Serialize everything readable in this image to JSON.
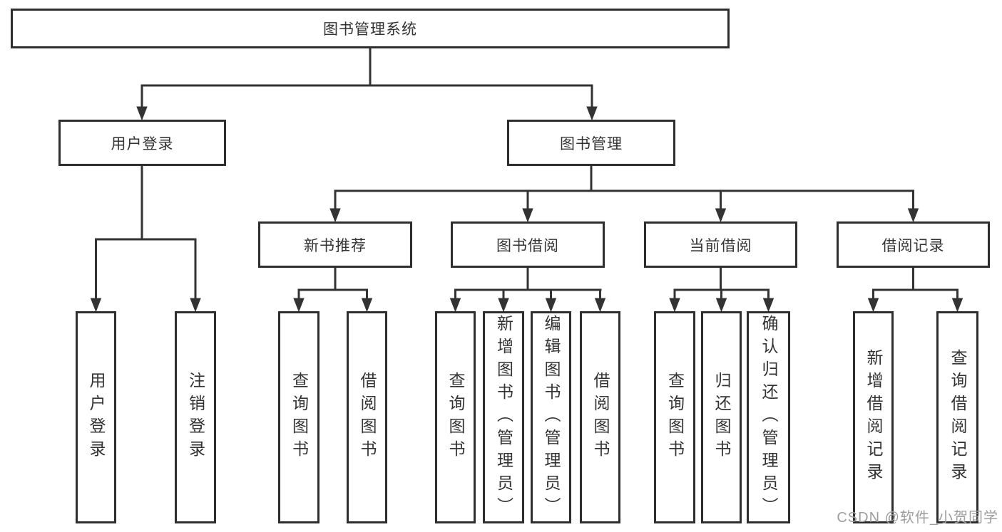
{
  "diagram": {
    "root": {
      "label": "图书管理系统"
    },
    "level2": {
      "user_login": {
        "label": "用户登录"
      },
      "book_mgmt": {
        "label": "图书管理"
      }
    },
    "level3": {
      "new_book_rec": {
        "label": "新书推荐"
      },
      "book_borrow": {
        "label": "图书借阅"
      },
      "current_borrow": {
        "label": "当前借阅"
      },
      "borrow_records": {
        "label": "借阅记录"
      }
    },
    "leaves": {
      "user_login": [
        "用户登录",
        "注销登录"
      ],
      "new_book_rec": [
        "查询图书",
        "借阅图书"
      ],
      "book_borrow": [
        "查询图书",
        "新增图书（管理员）",
        "编辑图书（管理员）",
        "借阅图书"
      ],
      "current_borrow": [
        "查询图书",
        "归还图书",
        "确认归还（管理员）"
      ],
      "borrow_records": [
        "新增借阅记录",
        "查询借阅记录"
      ]
    },
    "colors": {
      "line": "#333333",
      "box_border": "#2e2e2e",
      "text": "#333333",
      "background": "#ffffff",
      "watermark": "#9d9d9d"
    }
  },
  "watermark": {
    "text": "CSDN @软件_小贺同学"
  }
}
